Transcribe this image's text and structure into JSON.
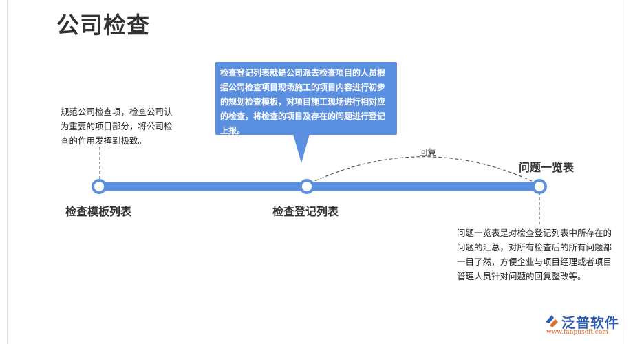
{
  "title": "公司检查",
  "nodes": [
    {
      "label": "检查模板列表"
    },
    {
      "label": "检查登记列表"
    },
    {
      "label": "问题一览表"
    }
  ],
  "notes": {
    "template": "规范公司检查项，检查公司认为重要的项目部分，将公司检查的作用发挥到极致。",
    "register": "检查登记列表就是公司派去检查项目的人员根据公司检查项目现场施工的项目内容进行初步的规划检查模板，对项目施工现场进行相对应的检查，将检查的项目及存在的问题进行登记上报。",
    "issues": "问题一览表是对检查登记列表中所存在的问题的汇总，对所有检查后的所有问题都一目了然，方便企业与项目经理或者项目管理人员针对问题的回复整改等。"
  },
  "reply_label": "回复",
  "logo": {
    "name": "泛普软件",
    "url": "www.fanpusoft.com"
  },
  "colors": {
    "accent": "#5b8fe0",
    "text": "#333333",
    "logo_blue": "#2f5db0",
    "logo_orange": "#e06a2a"
  }
}
